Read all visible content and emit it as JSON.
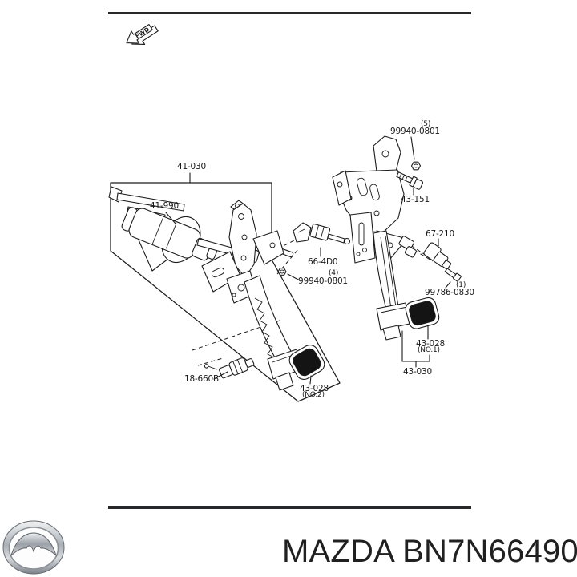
{
  "colors": {
    "ink": "#1c1c1c",
    "pad_fill": "#141414",
    "rule": "#26282a",
    "logo_silver_light": "#f0f2f3",
    "logo_silver_dark": "#7c828a"
  },
  "fwd": {
    "label": "FWD"
  },
  "diagram": {
    "labels": {
      "assembly": "41-030",
      "master_cylinder": "41-990",
      "nut_upper_qty": "(5)",
      "nut_upper": "99940-0801",
      "bolt": "43-151",
      "clutch_switch": "66-4D0",
      "nut_lower_qty": "(4)",
      "nut_lower": "99940-0801",
      "stop_lamp_switch": "67-210",
      "screw_qty": "(1)",
      "screw": "99786-0830",
      "pad_no1": "43-028",
      "pad_no1_note": "(NO.1)",
      "brake_pedal": "43-030",
      "pad_no2": "43-028",
      "pad_no2_note": "(NO.2)",
      "sensor": "18-660B"
    }
  },
  "footer": {
    "caption": "MAZDA BN7N66490"
  }
}
